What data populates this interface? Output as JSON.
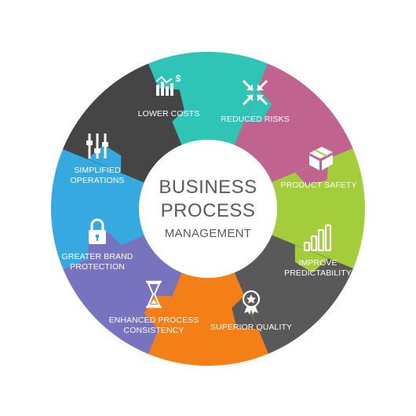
{
  "diagram": {
    "center": {
      "line1": "BUSINESS",
      "line2": "PROCESS",
      "line3": "MANAGEMENT",
      "text_color": "#5a5a5a",
      "fill": "#ffffff"
    },
    "segments": [
      {
        "id": "lower-costs",
        "lines": [
          "LOWER COSTS"
        ],
        "color": "#2ec4b6",
        "icon": "chart-dollar-icon"
      },
      {
        "id": "reduced-risks",
        "lines": [
          "REDUCED RISKS"
        ],
        "color": "#c0648f",
        "icon": "arrows-inward-icon"
      },
      {
        "id": "product-safety",
        "lines": [
          "PRODUCT SAFETY"
        ],
        "color": "#a3cd3b",
        "icon": "package-box-icon"
      },
      {
        "id": "improve-predictability",
        "lines": [
          "IMPROVE",
          "PREDICTABILITY"
        ],
        "color": "#595959",
        "icon": "rising-bars-icon"
      },
      {
        "id": "superior-quality",
        "lines": [
          "SUPERIOR QUALITY"
        ],
        "color": "#f57f17",
        "icon": "award-badge-icon"
      },
      {
        "id": "enhanced-process-consistency",
        "lines": [
          "ENHANCED PROCESS",
          "CONSISTENCY"
        ],
        "color": "#7773bf",
        "icon": "hourglass-icon"
      },
      {
        "id": "greater-brand-protection",
        "lines": [
          "GREATER BRAND",
          "PROTECTION"
        ],
        "color": "#36a9e1",
        "icon": "padlock-icon"
      },
      {
        "id": "simplified-operations",
        "lines": [
          "SIMPLIFIED",
          "OPERATIONS"
        ],
        "color": "#454545",
        "icon": "sliders-icon"
      }
    ]
  }
}
